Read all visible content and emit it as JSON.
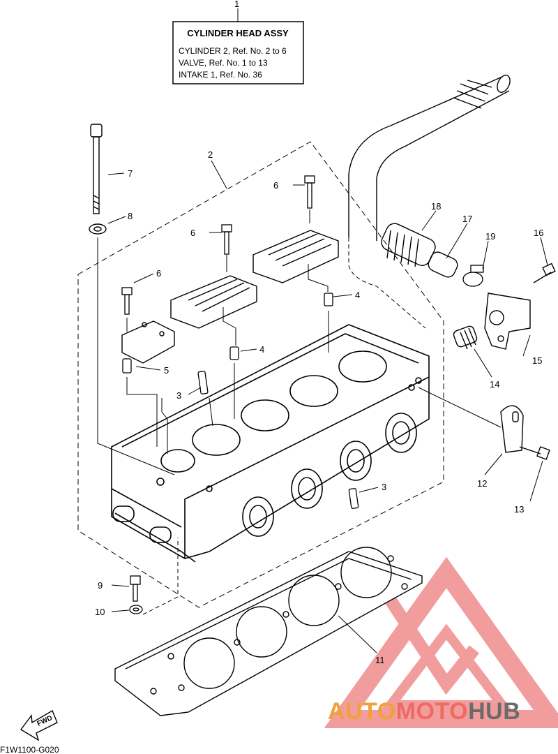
{
  "assy_box": {
    "title": "CYLINDER HEAD ASSY",
    "lines": [
      "CYLINDER 2, Ref. No. 2 to 6",
      "VALVE, Ref. No. 1 to 13",
      "INTAKE 1, Ref. No. 36"
    ]
  },
  "callouts": [
    "1",
    "2",
    "3",
    "3",
    "4",
    "4",
    "5",
    "6",
    "6",
    "6",
    "7",
    "8",
    "9",
    "10",
    "11",
    "12",
    "13",
    "14",
    "15",
    "16",
    "17",
    "18",
    "19"
  ],
  "fwd_label": "FWD",
  "diagram_code": "F1W1100-G020",
  "watermark": {
    "part1": "AUTO",
    "part2": "MOTO",
    "part3": "HUB",
    "color1": "#f0a13a",
    "color2": "#ef6a62",
    "color3": "#6b6b6b",
    "logo_color": "#f08c8c"
  }
}
